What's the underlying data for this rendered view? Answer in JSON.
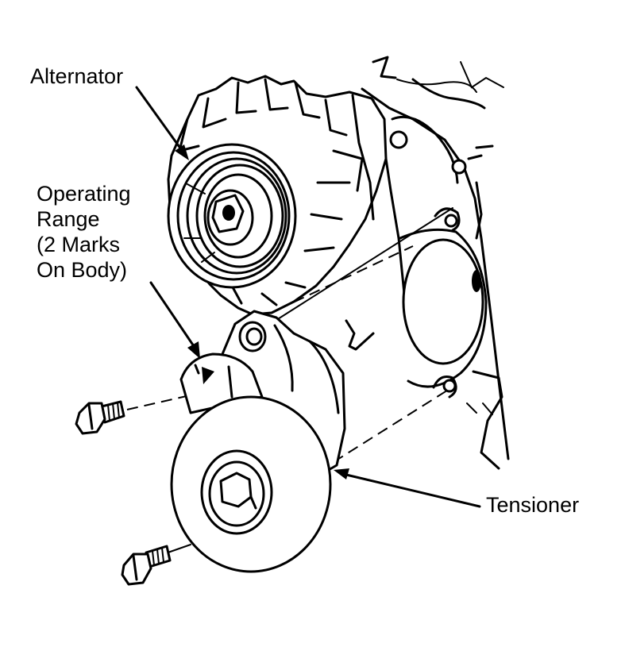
{
  "labels": {
    "alternator": "Alternator",
    "operating_range": [
      "Operating",
      "Range",
      "(2 Marks",
      "On Body)"
    ],
    "tensioner": "Tensioner"
  },
  "colors": {
    "line": "#000000",
    "background": "#ffffff"
  }
}
